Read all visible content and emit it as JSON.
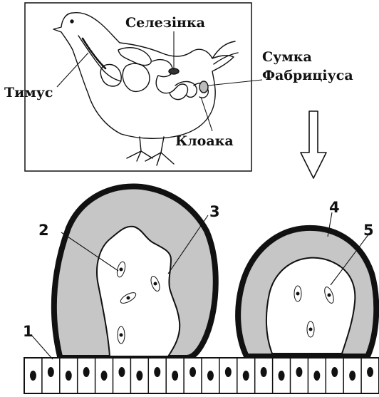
{
  "chicken_labels": {
    "spleen": "Селезінка",
    "thymus": "Тимус",
    "bursa_line1": "Сумка",
    "bursa_line2": "Фабриціуса",
    "cloaca": "Клоака"
  },
  "number_labels": {
    "n1": "1",
    "n2": "2",
    "n3": "3",
    "n4": "4",
    "n5": "5"
  },
  "colors": {
    "outline": "#111111",
    "wall_gray": "#c6c6c6",
    "interior": "#ffffff"
  }
}
